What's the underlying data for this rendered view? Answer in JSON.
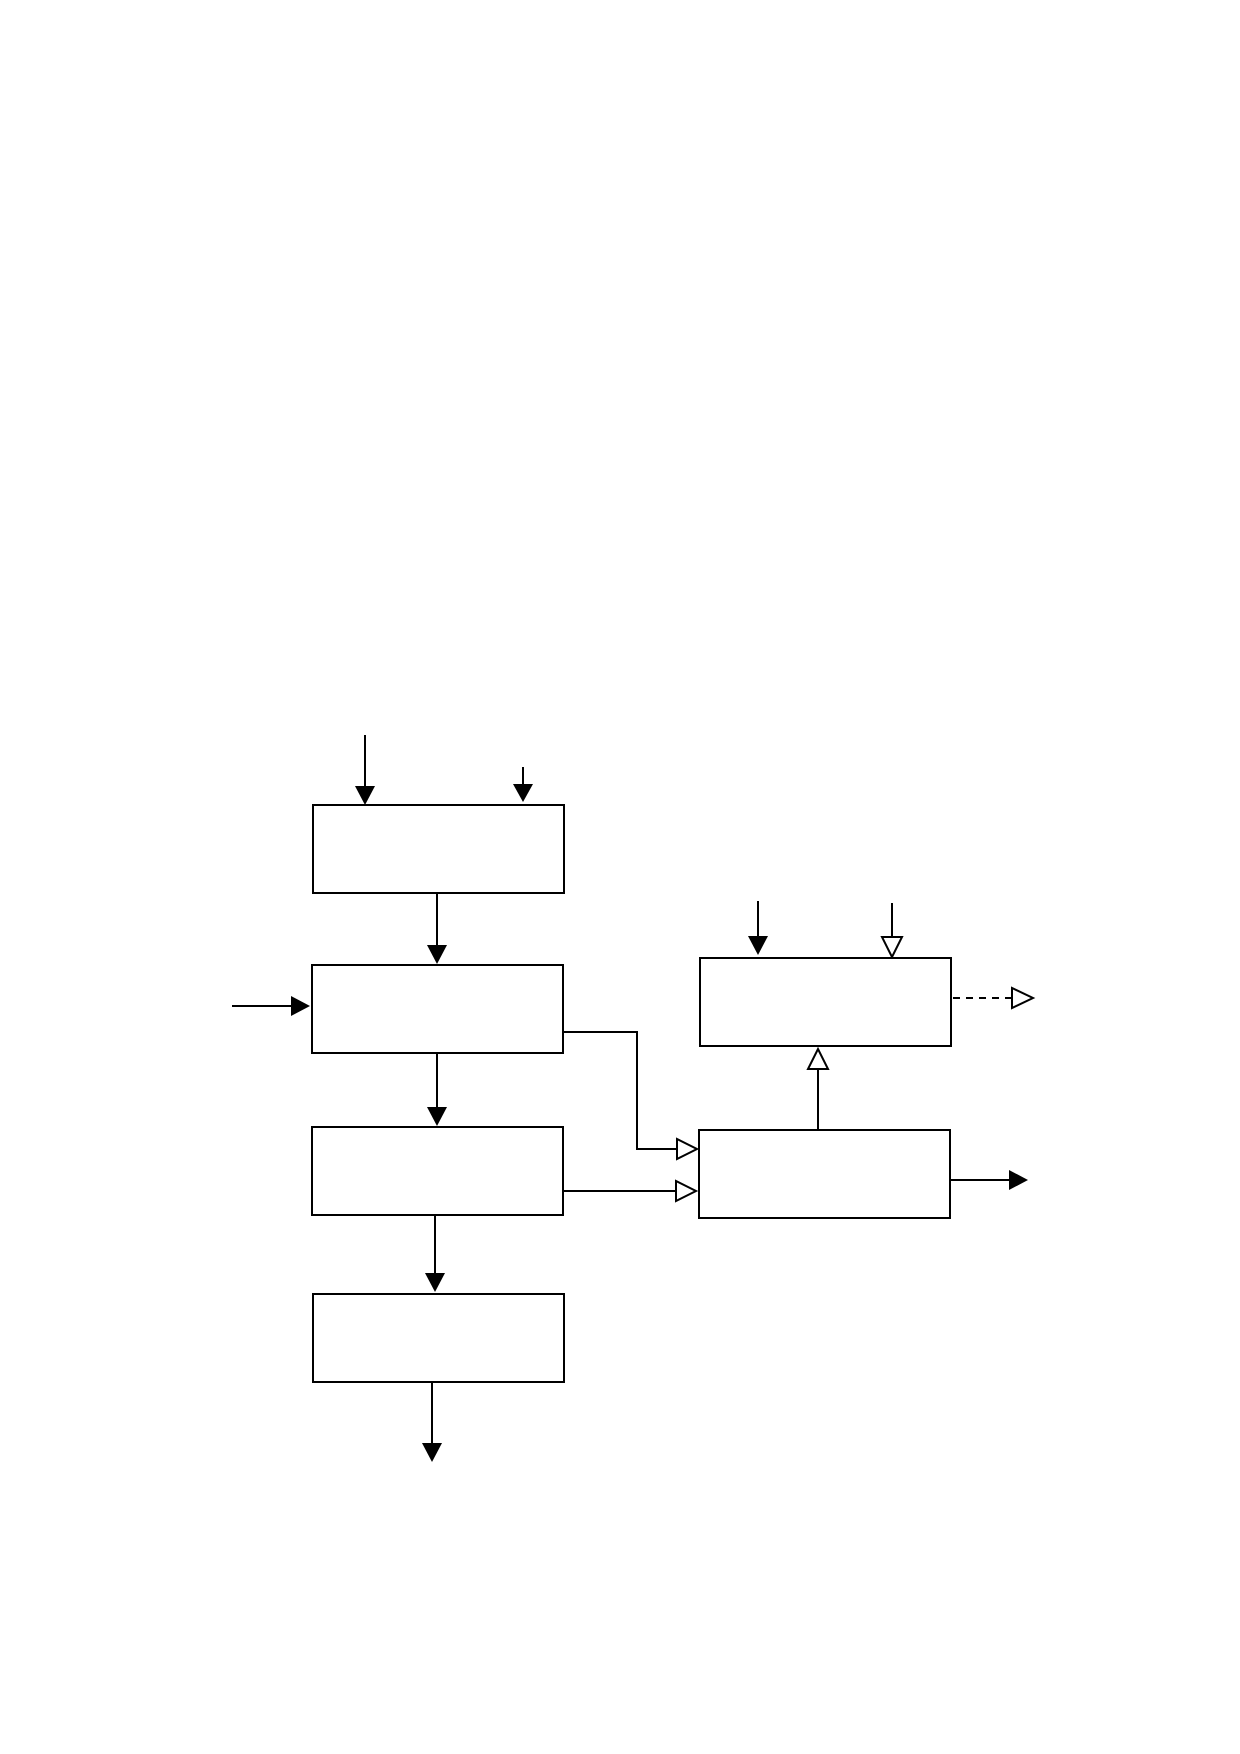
{
  "diagram": {
    "type": "flow-block-diagram",
    "stroke_color": "#000000",
    "background_color": "#ffffff",
    "blocks": [
      {
        "id": "block-1",
        "label": ""
      },
      {
        "id": "block-2",
        "label": ""
      },
      {
        "id": "block-3",
        "label": ""
      },
      {
        "id": "block-4",
        "label": ""
      },
      {
        "id": "block-5",
        "label": ""
      },
      {
        "id": "block-6",
        "label": ""
      }
    ],
    "connections": [
      {
        "from": "external-input",
        "to": "block-1",
        "arrowhead": "filled",
        "style": "solid"
      },
      {
        "from": "external-input",
        "to": "block-1",
        "arrowhead": "filled",
        "style": "solid"
      },
      {
        "from": "block-1",
        "to": "block-2",
        "arrowhead": "filled",
        "style": "solid"
      },
      {
        "from": "external-input",
        "to": "block-2",
        "arrowhead": "filled",
        "style": "solid"
      },
      {
        "from": "block-2",
        "to": "block-3",
        "arrowhead": "filled",
        "style": "solid"
      },
      {
        "from": "block-3",
        "to": "block-4",
        "arrowhead": "filled",
        "style": "solid"
      },
      {
        "from": "block-4",
        "to": "external-output",
        "arrowhead": "filled",
        "style": "solid"
      },
      {
        "from": "block-2",
        "to": "block-6",
        "arrowhead": "hollow",
        "style": "solid"
      },
      {
        "from": "block-3",
        "to": "block-6",
        "arrowhead": "hollow",
        "style": "solid"
      },
      {
        "from": "block-6",
        "to": "block-5",
        "arrowhead": "hollow",
        "style": "solid"
      },
      {
        "from": "external-input",
        "to": "block-5",
        "arrowhead": "filled",
        "style": "solid"
      },
      {
        "from": "external-input",
        "to": "block-5",
        "arrowhead": "hollow",
        "style": "solid"
      },
      {
        "from": "block-5",
        "to": "external-output",
        "arrowhead": "hollow",
        "style": "dashed"
      },
      {
        "from": "block-6",
        "to": "external-output",
        "arrowhead": "filled",
        "style": "solid"
      }
    ]
  }
}
